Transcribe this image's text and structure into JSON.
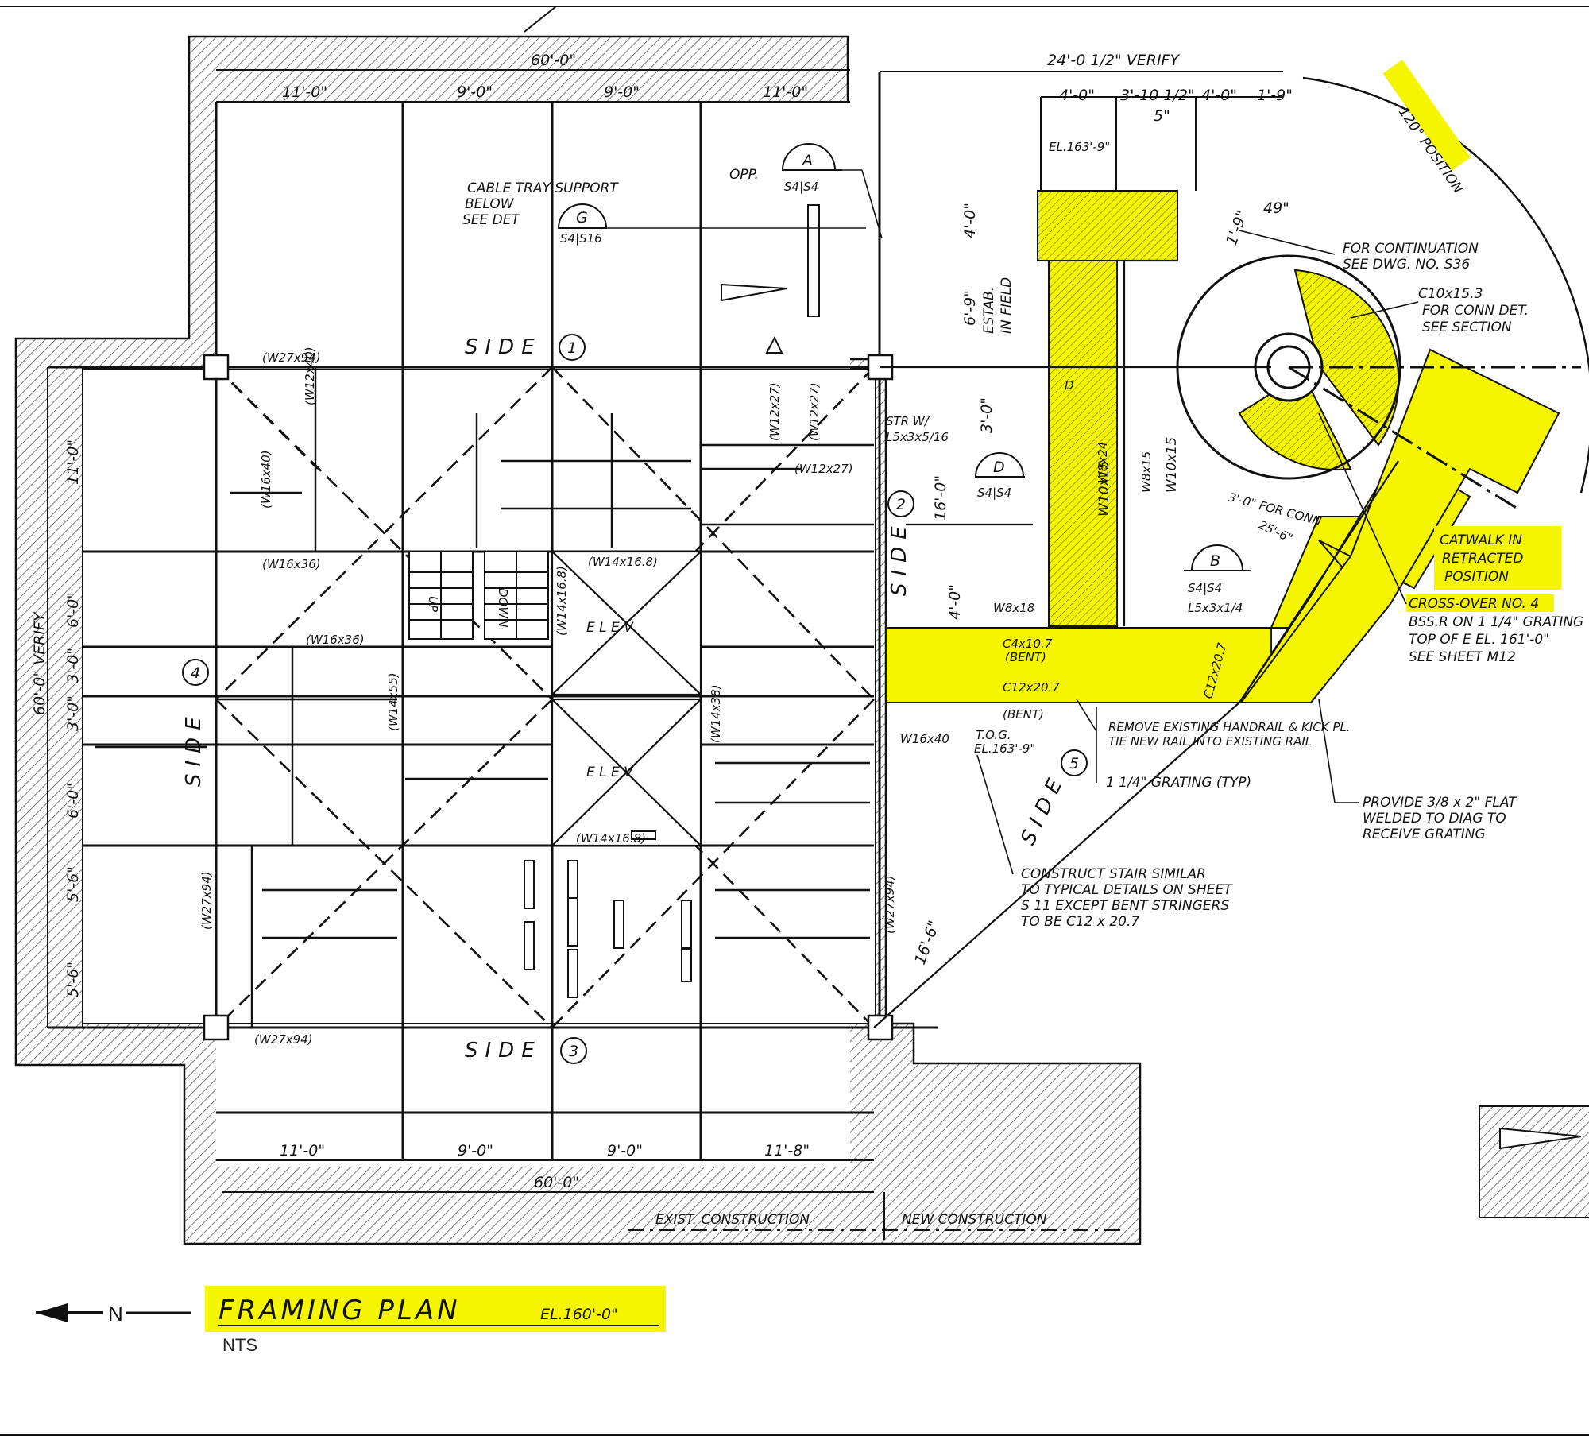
{
  "title": {
    "main": "FRAMING  PLAN",
    "elevation": "EL.160'-0\"",
    "scale": "NTS"
  },
  "north_arrow": {
    "label": "N"
  },
  "colors": {
    "highlight": "#f5f500",
    "line": "#111111",
    "hatch_bg": "#e9e9e9"
  },
  "dimensions": {
    "top_total": "60'-0\"",
    "top_bays": [
      "11'-0\"",
      "9'-0\"",
      "9'-0\"",
      "11'-0\""
    ],
    "bottom_total": "60'-0\"",
    "bottom_bays": [
      "11'-0\"",
      "9'-0\"",
      "9'-0\"",
      "11'-8\""
    ],
    "left_total": "60'-0\" VERIFY",
    "left_bays": [
      "11'-0\"",
      "6'-0\"",
      "3'-0\"",
      "3'-0\"",
      "6'-0\"",
      "5'-6\"",
      "5'-6\""
    ],
    "right_top_total": "24'-0 1/2\" VERIFY",
    "right_top_bays": [
      "4'-0\"",
      "3'-10 1/2\"",
      "4'-0\"",
      "1'-9\""
    ],
    "misc": [
      "5\"",
      "4'-0\"",
      "6'-9\"",
      "3'-0\"",
      "16'-0\"",
      "4'-0\"",
      "16'-6\"",
      "1'-9\"",
      "49\""
    ]
  },
  "sides": {
    "side1": "SIDE",
    "side1_num": "1",
    "side2": "SIDE",
    "side2_num": "2",
    "side3": "SIDE",
    "side3_num": "3",
    "side4": "SIDE",
    "side4_num": "4",
    "side5": "SIDE",
    "side5_num": "5"
  },
  "member_labels": {
    "w27_96_a": "(W27x94)",
    "w27_96_b": "(W27x94)",
    "w27_96_c": "(W27x94)",
    "w27_96_d": "(W27x94)",
    "w16_36_a": "(W16x36)",
    "w16_36_b": "(W16x36)",
    "w12_40": "(W12x40)",
    "w16_40": "(W16x40)",
    "w14_16_a": "(W14x16.8)",
    "w14_16_b": "(W14x16.8)",
    "w14_16_c": "(W14x16.8)",
    "w12_27": "(W12x27)",
    "w12_27b": "(W12x27)",
    "w12_27c": "(W12x27)",
    "w14_55": "(W14x55)",
    "w14_38": "(W14x38)"
  },
  "labels": {
    "elev_a": "E L E V",
    "elev_b": "E L E V",
    "up": "UP",
    "dn": "DOWN",
    "cable_tray": [
      "CABLE  TRAY SUPPORT",
      "BELOW",
      "SEE DET"
    ],
    "opp": "OPP.",
    "detail_a": {
      "letter": "A",
      "sheets": "S4|S4"
    },
    "detail_g": {
      "letter": "G",
      "sheets": "S4|S16"
    },
    "detail_b": {
      "letter": "B",
      "sheets": "S4|S4"
    },
    "detail_d": {
      "letter": "D",
      "sheets": "S4|S4"
    },
    "el163": "EL.163'-9\"",
    "estab": [
      "ESTAB.",
      "IN FIELD"
    ],
    "stair_note": [
      "STR W/",
      "L5x3x5/16"
    ],
    "w10x15": "W10x15",
    "w8x18": "W8x18",
    "w10x15b": "W10x15",
    "w16x40": "W16x40",
    "w8x15": "W8x15",
    "w8x24": "W8x24",
    "channel": [
      "C4x10.7",
      "(BENT)"
    ],
    "c12": "C12x20.7",
    "c12b": "C12x20.7",
    "c12c": "(BENT)",
    "tog": [
      "T.O.G.",
      "EL.163'-9\""
    ],
    "l5": "L5x3x1/4",
    "twenty_five": "25'-6\"",
    "three_foot": "3'-0\" FOR CONN",
    "deg120": "120° POSITION",
    "continuation": [
      "FOR CONTINUATION",
      "SEE DWG. NO. S36"
    ],
    "c10": [
      "C10x15.3",
      "FOR CONN DET.",
      "SEE SECTION"
    ],
    "catwalk": [
      "CATWALK IN",
      "RETRACTED",
      "POSITION"
    ],
    "crossover": [
      "CROSS-OVER NO. 4",
      "BSS.R ON 1 1/4\" GRATING",
      "TOP OF E EL. 161'-0\"",
      "SEE SHEET M12"
    ],
    "remove_rail": [
      "REMOVE EXISTING HANDRAIL & KICK PL.",
      "TIE NEW RAIL INTO EXISTING RAIL"
    ],
    "grating": "1 1/4\" GRATING (TYP)",
    "provide_flat": [
      "PROVIDE 3/8 x 2\" FLAT",
      "WELDED TO DIAG TO",
      "RECEIVE GRATING"
    ],
    "construct_stair": [
      "CONSTRUCT  STAIR  SIMILAR",
      "TO TYPICAL DETAILS ON SHEET",
      "S 11  EXCEPT  BENT STRINGERS",
      "TO BE C12 x 20.7"
    ],
    "exist_construction": "EXIST. CONSTRUCTION",
    "new_construction": "NEW CONSTRUCTION",
    "d_mark": "D"
  }
}
